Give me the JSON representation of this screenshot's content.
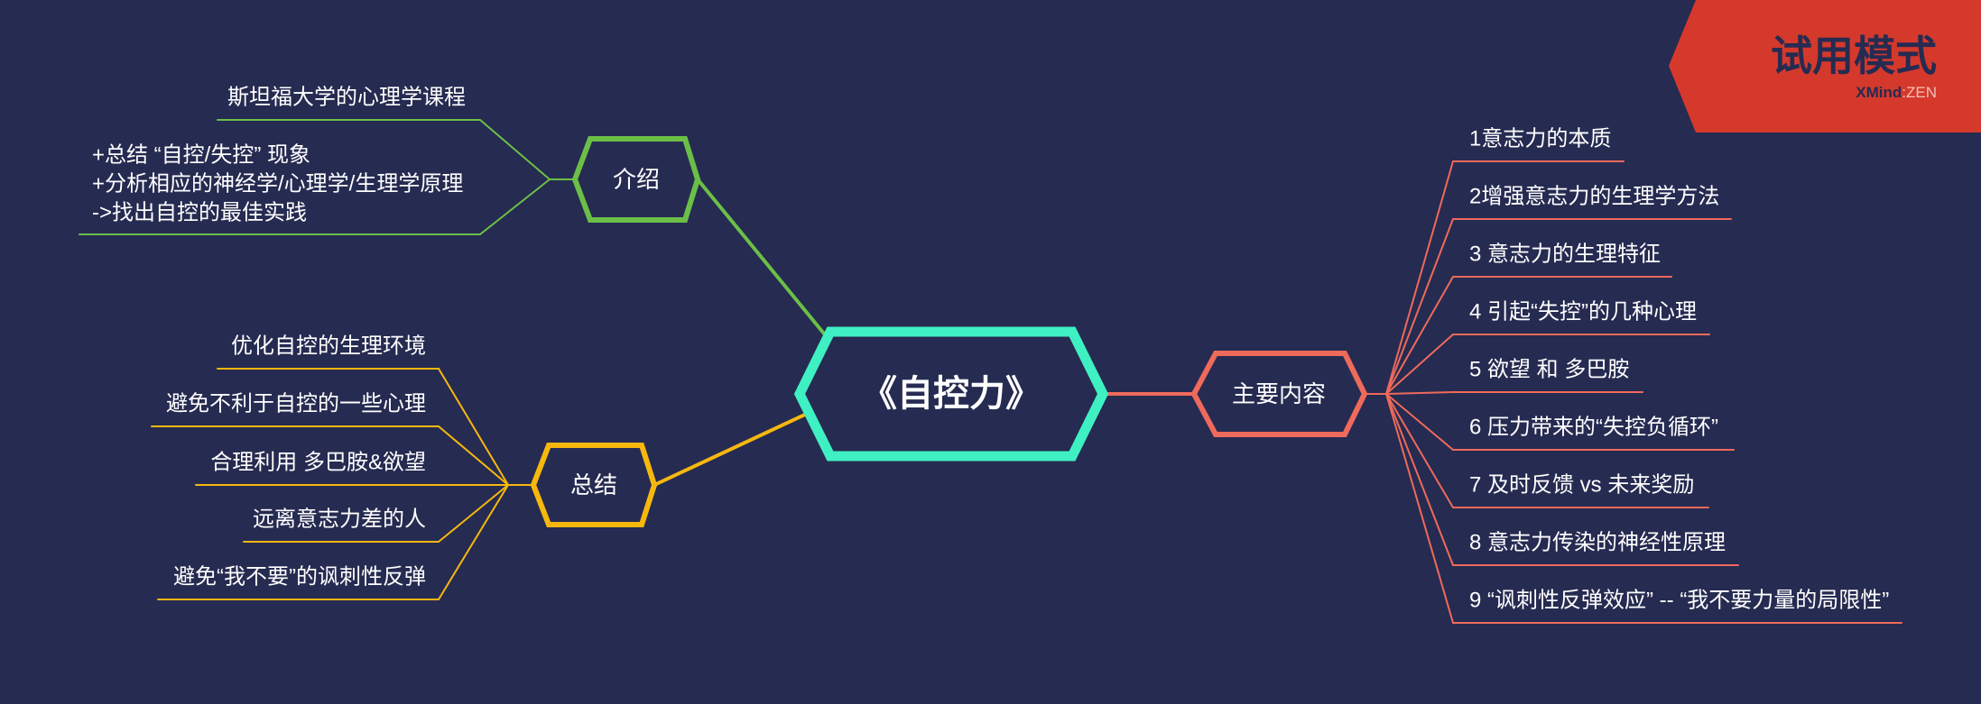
{
  "watermark": {
    "label": "试用模式",
    "brand": "XMind",
    "brand_edition": ":ZEN"
  },
  "mind_map": {
    "central_topic": "《自控力》",
    "intro": {
      "label": "介绍",
      "subtopics": [
        {
          "lines": [
            "斯坦福大学的心理学课程"
          ]
        },
        {
          "lines": [
            "+总结 “自控/失控” 现象",
            "+分析相应的神经学/心理学/生理学原理",
            "->找出自控的最佳实践"
          ]
        }
      ]
    },
    "summary": {
      "label": "总结",
      "subtopics": [
        "优化自控的生理环境",
        "避免不利于自控的一些心理",
        "合理利用 多巴胺&欲望",
        "远离意志力差的人",
        "避免“我不要”的讽刺性反弹"
      ]
    },
    "main_content": {
      "label": "主要内容",
      "subtopics": [
        "1意志力的本质",
        "2增强意志力的生理学方法",
        "3 意志力的生理特征",
        "4 引起“失控”的几种心理",
        "5 欲望 和 多巴胺",
        "6 压力带来的“失控负循环”",
        "7 及时反馈 vs 未来奖励",
        "8 意志力传染的神经性原理",
        "9 “讽刺性反弹效应” -- “我不要力量的局限性”"
      ]
    }
  },
  "colors": {
    "background": "#262b51",
    "central": "#3ff0c2",
    "intro": "#6bbf47",
    "summary": "#f7b80e",
    "main_content": "#ee6a5b",
    "watermark": "#d4392c",
    "watermark_text": "#262b51",
    "text": "#ffffff"
  }
}
